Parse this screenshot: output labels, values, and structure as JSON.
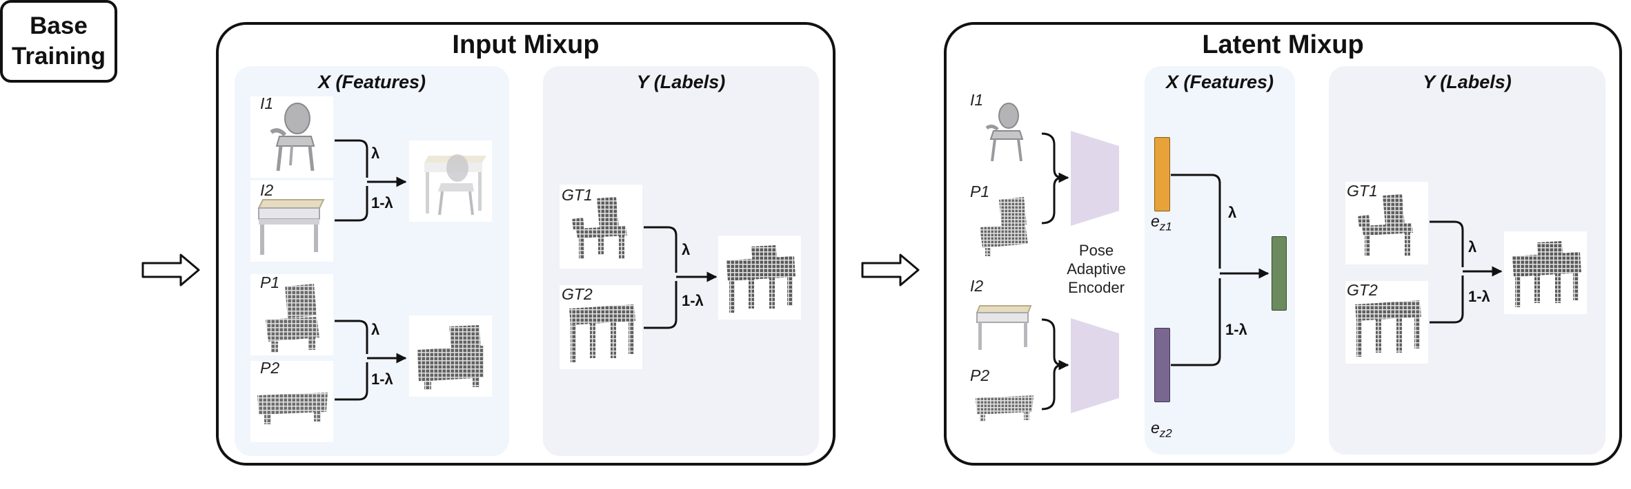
{
  "base_training": {
    "line1": "Base",
    "line2": "Training"
  },
  "input_mixup": {
    "title": "Input Mixup",
    "x_title": "X (Features)",
    "y_title": "Y (Labels)",
    "labels": {
      "i1": "I1",
      "i2": "I2",
      "p1": "P1",
      "p2": "P2",
      "gt1": "GT1",
      "gt2": "GT2"
    },
    "ops": {
      "lambda": "λ",
      "one_minus_lambda": "1-λ"
    }
  },
  "latent_mixup": {
    "title": "Latent Mixup",
    "x_title": "X (Features)",
    "y_title": "Y (Labels)",
    "labels": {
      "i1": "I1",
      "p1": "P1",
      "i2": "I2",
      "p2": "P2",
      "gt1": "GT1",
      "gt2": "GT2"
    },
    "encoder": {
      "line1": "Pose",
      "line2": "Adaptive",
      "line3": "Encoder"
    },
    "ez1": {
      "base": "e",
      "sub": "z1"
    },
    "ez2": {
      "base": "e",
      "sub": "z2"
    },
    "ops": {
      "lambda": "λ",
      "one_minus_lambda": "1-λ"
    }
  },
  "colors": {
    "ez1": "#e8a23a",
    "ez2": "#7a6790",
    "mixed": "#6b8a5e",
    "encoder": "#e0d8ea"
  }
}
